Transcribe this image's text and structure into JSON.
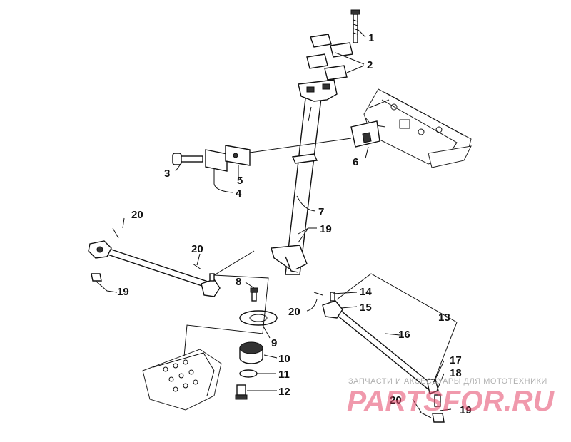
{
  "callouts": [
    {
      "id": "c1",
      "text": "1"
    },
    {
      "id": "c2",
      "text": "2"
    },
    {
      "id": "c3",
      "text": "3"
    },
    {
      "id": "c4",
      "text": "4"
    },
    {
      "id": "c5",
      "text": "5"
    },
    {
      "id": "c6",
      "text": "6"
    },
    {
      "id": "c7",
      "text": "7"
    },
    {
      "id": "c8",
      "text": "8"
    },
    {
      "id": "c9",
      "text": "9"
    },
    {
      "id": "c10",
      "text": "10"
    },
    {
      "id": "c11",
      "text": "11"
    },
    {
      "id": "c12",
      "text": "12"
    },
    {
      "id": "c13",
      "text": "13"
    },
    {
      "id": "c14",
      "text": "14"
    },
    {
      "id": "c15",
      "text": "15"
    },
    {
      "id": "c16",
      "text": "16"
    },
    {
      "id": "c17",
      "text": "17"
    },
    {
      "id": "c18",
      "text": "18"
    },
    {
      "id": "c19a",
      "text": "19"
    },
    {
      "id": "c19b",
      "text": "19"
    },
    {
      "id": "c19c",
      "text": "19"
    },
    {
      "id": "c20a",
      "text": "20"
    },
    {
      "id": "c20b",
      "text": "20"
    },
    {
      "id": "c20c",
      "text": "20"
    },
    {
      "id": "c20d",
      "text": "20"
    }
  ],
  "watermark": {
    "tagline": "ЗАПЧАСТИ И АКСЕССУАРЫ ДЛЯ МОТОТЕХНИКИ",
    "brand": "PARTSFOR.RU"
  }
}
